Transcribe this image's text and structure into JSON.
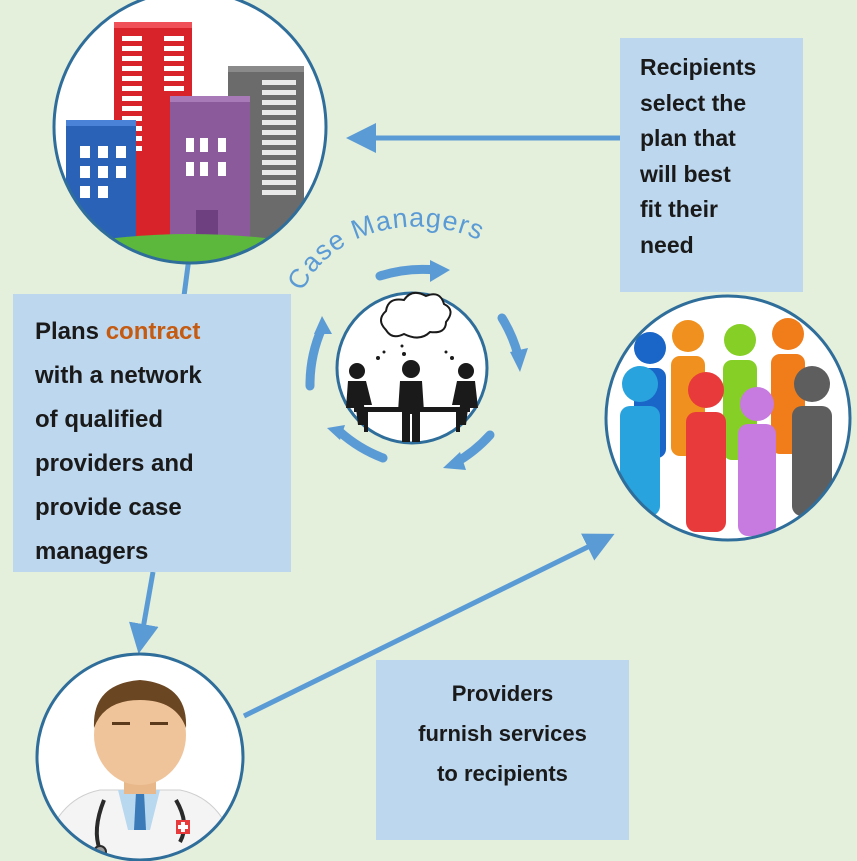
{
  "colors": {
    "background": "#e4efdc",
    "box_fill": "#bdd7ee",
    "arrow": "#5b9bd5",
    "text": "#1a1a1a",
    "accent": "#c55a11"
  },
  "case_managers": {
    "title": "Case Managers"
  },
  "boxes": {
    "recipients": {
      "lines": [
        "Recipients",
        "select the",
        "plan that",
        "will best",
        "fit their",
        "need"
      ]
    },
    "plans": {
      "line1_start": "Plans ",
      "line1_accent": "contract",
      "lines_rest": [
        "with a network",
        "of qualified",
        "providers and",
        "provide case",
        "managers"
      ]
    },
    "providers": {
      "lines": [
        "Providers",
        "furnish services",
        "to recipients"
      ]
    }
  },
  "icons": {
    "plans": "office-buildings-icon",
    "case_managers": "meeting-table-icon",
    "recipients": "people-crowd-icon",
    "provider": "doctor-icon"
  }
}
